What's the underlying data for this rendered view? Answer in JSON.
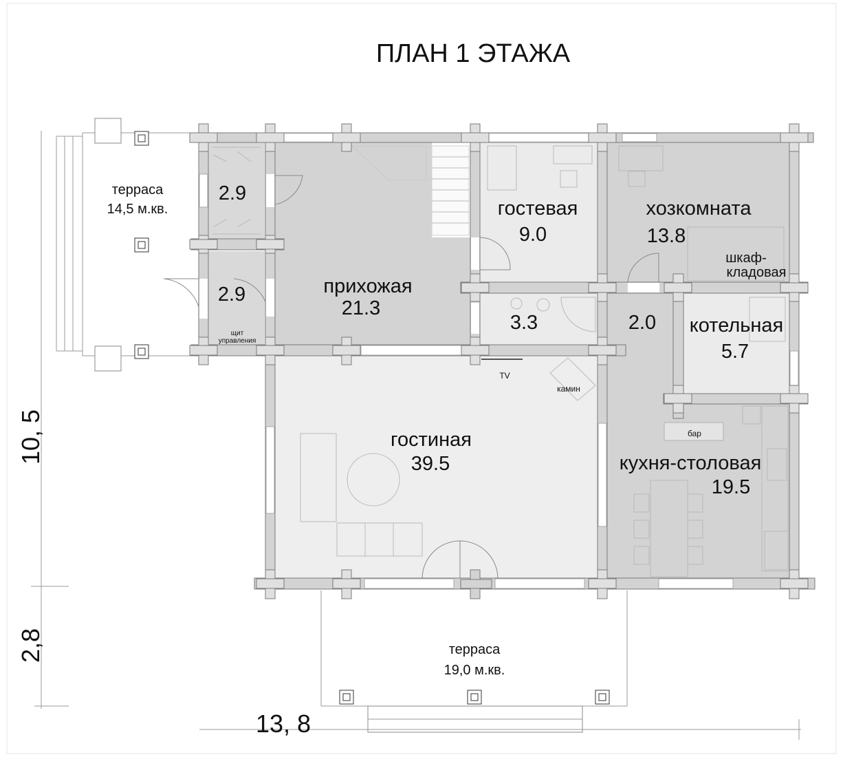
{
  "title": "ПЛАН   1   ЭТАЖА",
  "rooms": {
    "terrace_left_name": "терраса",
    "terrace_left_area": "14,5 м.кв.",
    "closet_top": "2.9",
    "closet_bottom": "2.9",
    "panel_line1": "щит",
    "panel_line2": "управления",
    "hall_name": "прихожая",
    "hall_area": "21.3",
    "guest_name": "гостевая",
    "guest_area": "9.0",
    "utility_name": "хозкомната",
    "utility_area": "13.8",
    "wardrobe_line1": "шкаф-",
    "wardrobe_line2": "кладовая",
    "bath_area": "3.3",
    "corridor_area": "2.0",
    "boiler_name": "котельная",
    "boiler_area": "5.7",
    "tv_label": "TV",
    "fireplace_label": "камин",
    "living_name": "гостиная",
    "living_area": "39.5",
    "bar_label": "бар",
    "kitchen_name": "кухня-столовая",
    "kitchen_area": "19.5",
    "terrace_bottom_name": "терраса",
    "terrace_bottom_area": "19,0 м.кв."
  },
  "dimensions": {
    "width": "13, 8",
    "depth_main": "10, 5",
    "depth_terrace": "2,8"
  }
}
